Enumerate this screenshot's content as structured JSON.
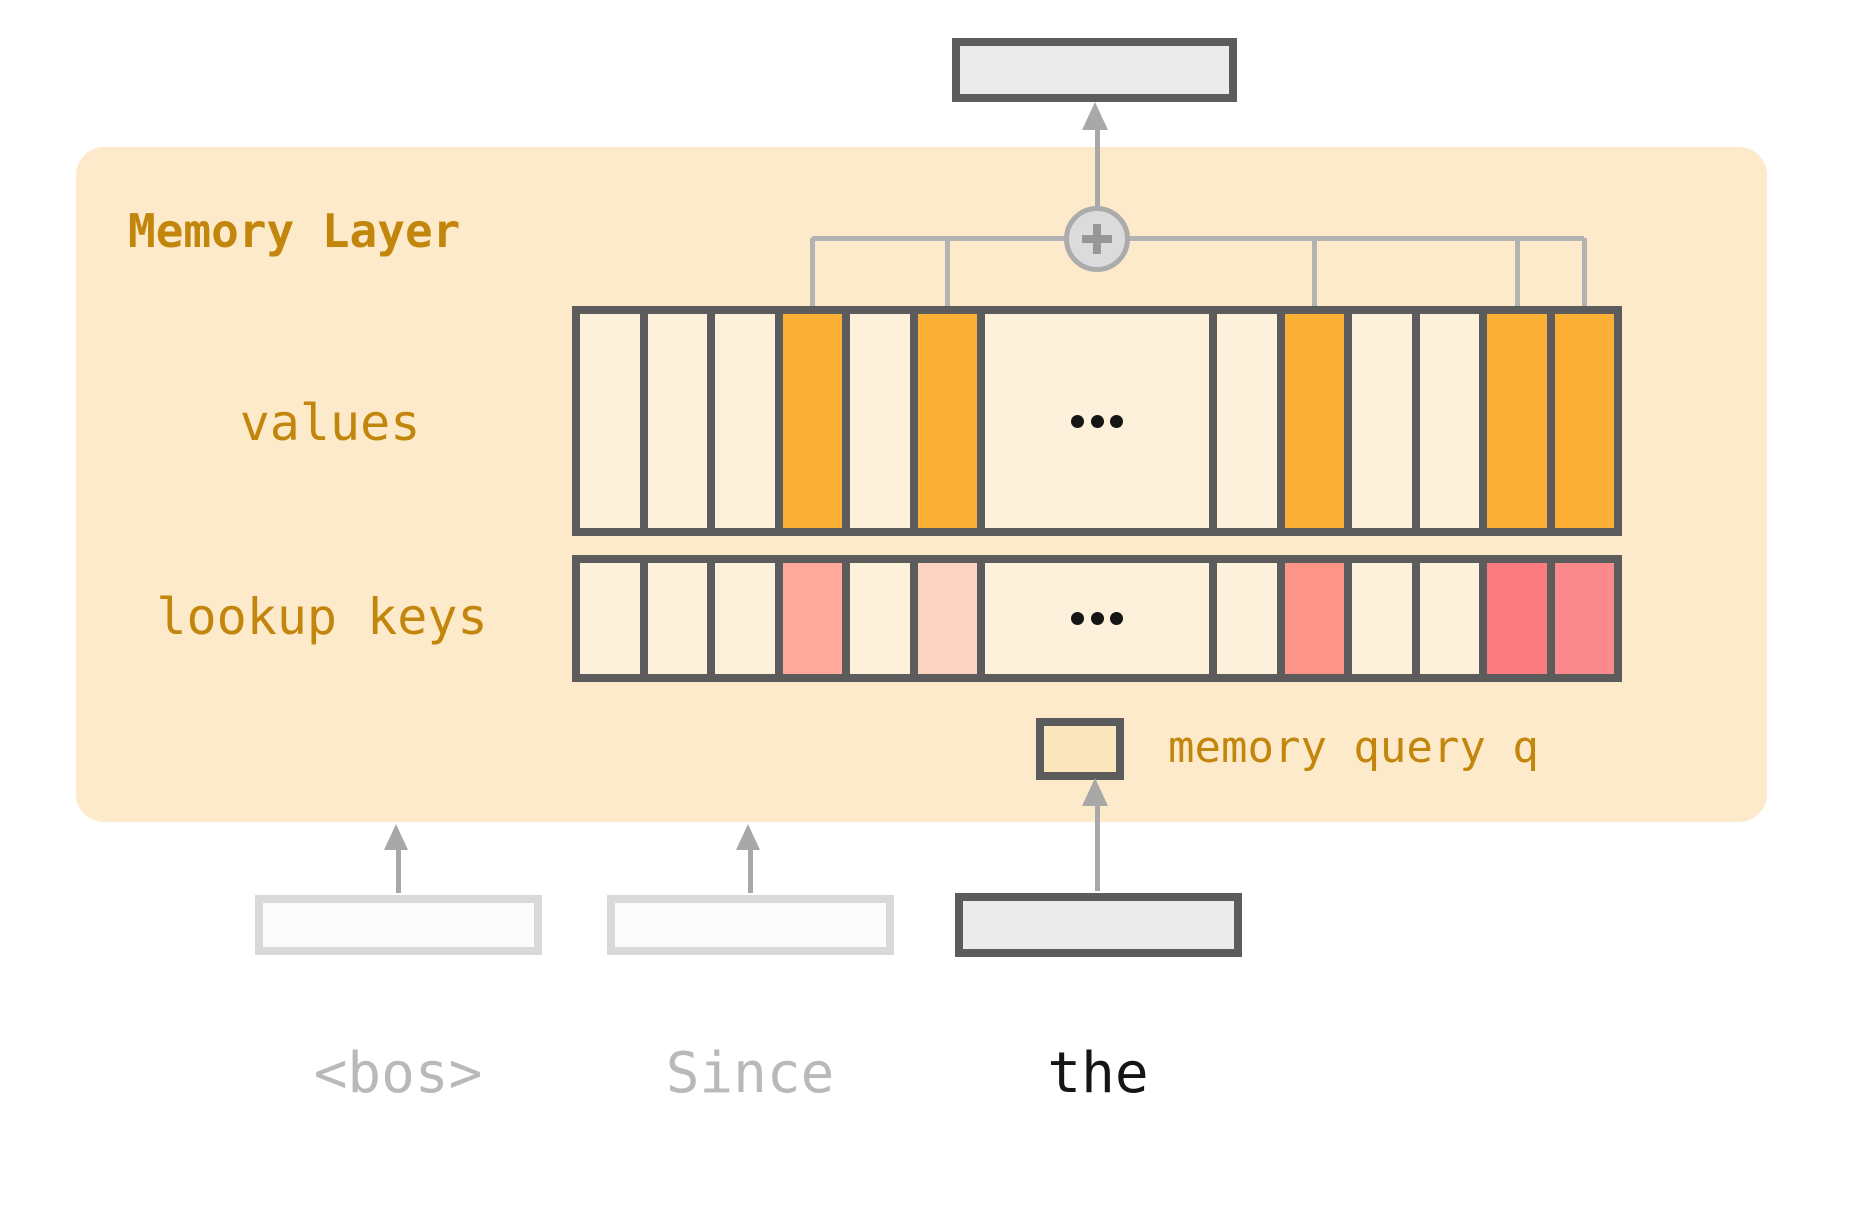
{
  "colors": {
    "panel_bg": "#FDEACA",
    "amber_text": "#C3860C",
    "dark_border": "#5C5C5C",
    "cell_bg": "#FEF1DC",
    "value_highlight": "#FBAF35",
    "gray_line": "#B3B3B3",
    "arrow_gray": "#A8A8A8",
    "circle_fill": "#DBDBDB",
    "circle_border": "#ABABAB",
    "plus_glyph": "#979797",
    "gray_box_fill": "#EBEBEB",
    "faded_box_border": "#D9D9D9",
    "faded_box_fill": "#FBFBFB",
    "query_box_fill": "#FCE6BE",
    "faded_label": "#B9B9B9",
    "active_label": "#151515"
  },
  "panel": {
    "title": "Memory Layer"
  },
  "memory": {
    "values_label": "values",
    "keys_label": "lookup keys",
    "query_label": "memory query q",
    "ellipsis": "...",
    "values_cells": {
      "left": [
        null,
        null,
        null,
        "#FBAF35",
        null,
        "#FBAF35"
      ],
      "right": [
        null,
        "#FBAF35",
        null,
        null,
        "#FBAF35",
        "#FBAF35"
      ]
    },
    "keys_cells": {
      "left": [
        null,
        null,
        null,
        "#FEA99C",
        null,
        "#FCD2C0"
      ],
      "right": [
        null,
        "#FC9488",
        null,
        null,
        "#FA7C80",
        "#FB8A8C"
      ]
    },
    "aggregation_operator": "+"
  },
  "tokens": [
    {
      "label": "<bos>",
      "active": false
    },
    {
      "label": "Since",
      "active": false
    },
    {
      "label": "the",
      "active": true
    }
  ]
}
